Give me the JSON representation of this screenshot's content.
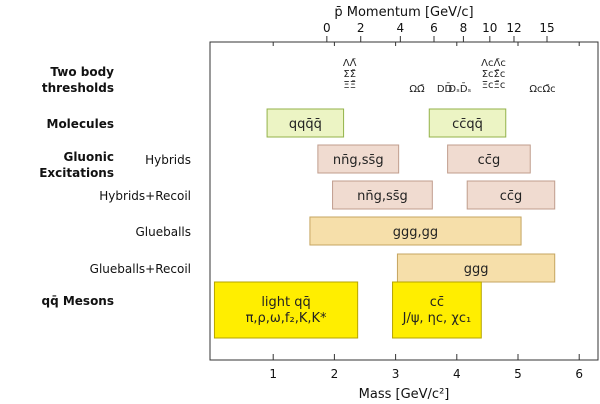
{
  "chart_data": {
    "type": "bar",
    "xlabel": "Mass [GeV/c²]",
    "x2label": "p̄ Momentum [GeV/c]",
    "xlim": [
      0,
      6.4
    ],
    "mass_ticks": [
      "1",
      "2",
      "3",
      "4",
      "5",
      "6"
    ],
    "momentum_ticks": [
      "0",
      "2",
      "4",
      "6",
      "8",
      "10",
      "12",
      "15"
    ],
    "group_labels": {
      "thresholds": [
        "Two body",
        "thresholds"
      ],
      "molecules": "Molecules",
      "gluonic": [
        "Gluonic",
        "Excitations"
      ],
      "mesons": "qq̄ Mesons"
    },
    "thresholds": [
      {
        "mass": 2.25,
        "lines": [
          "ΛΛ̄",
          "ΣΣ̄",
          "ΞΞ̄"
        ]
      },
      {
        "mass": 3.35,
        "lines": [
          "ΩΩ̄"
        ]
      },
      {
        "mass": 3.8,
        "lines": [
          "DD̄"
        ]
      },
      {
        "mass": 4.05,
        "lines": [
          "DₛD̄ₛ"
        ]
      },
      {
        "mass": 4.6,
        "lines": [
          "ΛcΛ̄c",
          "ΣcΣ̄c",
          "ΞcΞ̄c"
        ]
      },
      {
        "mass": 5.4,
        "lines": [
          "ΩcΩ̄c"
        ]
      }
    ],
    "rows": [
      {
        "label": "",
        "bars": [
          {
            "start": 0.9,
            "end": 2.15,
            "lines": [
              "qqq̄q̄"
            ],
            "color": "#ecf4c4",
            "border": "#93b24a"
          },
          {
            "start": 3.55,
            "end": 4.8,
            "lines": [
              "cc̄qq̄"
            ],
            "color": "#ecf4c4",
            "border": "#93b24a"
          }
        ]
      },
      {
        "label": "Hybrids",
        "bars": [
          {
            "start": 1.73,
            "end": 3.05,
            "lines": [
              "nn̄g,ss̄g"
            ],
            "color": "#f0dbd0",
            "border": "#c09d8d"
          },
          {
            "start": 3.85,
            "end": 5.2,
            "lines": [
              "cc̄g"
            ],
            "color": "#f0dbd0",
            "border": "#c09d8d"
          }
        ]
      },
      {
        "label": "Hybrids+Recoil",
        "bars": [
          {
            "start": 1.97,
            "end": 3.6,
            "lines": [
              "nn̄g,ss̄g"
            ],
            "color": "#f0dbd0",
            "border": "#c09d8d"
          },
          {
            "start": 4.17,
            "end": 5.6,
            "lines": [
              "cc̄g"
            ],
            "color": "#f0dbd0",
            "border": "#c09d8d"
          }
        ]
      },
      {
        "label": "Glueballs",
        "bars": [
          {
            "start": 1.6,
            "end": 5.05,
            "lines": [
              "ggg,gg"
            ],
            "color": "#f6dfaa",
            "border": "#c5a560"
          }
        ]
      },
      {
        "label": "Glueballs+Recoil",
        "bars": [
          {
            "start": 3.03,
            "end": 5.6,
            "lines": [
              "ggg"
            ],
            "color": "#f6dfaa",
            "border": "#c5a560"
          }
        ]
      },
      {
        "label": "",
        "bars": [
          {
            "start": 0.04,
            "end": 2.38,
            "lines": [
              "light qq̄",
              "π,ρ,ω,f₂,K,K*"
            ],
            "color": "#ffee00",
            "border": "#b6a400"
          },
          {
            "start": 2.95,
            "end": 4.4,
            "lines": [
              "cc̄",
              "J/ψ, ηc, χc₁"
            ],
            "color": "#ffee00",
            "border": "#b6a400"
          }
        ]
      }
    ]
  }
}
